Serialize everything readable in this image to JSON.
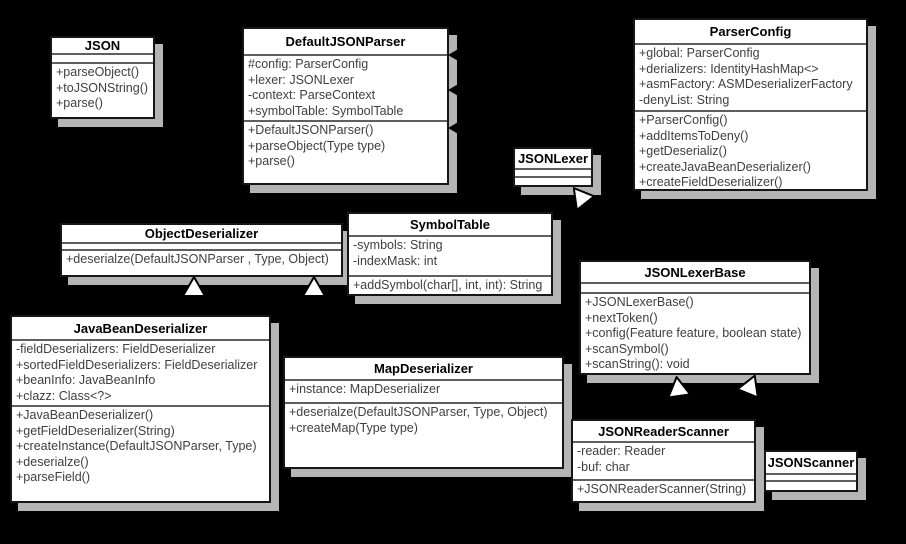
{
  "diagram_title": "fastjson parser UML class diagram",
  "colors": {
    "background": "#000000",
    "box_fill": "#ffffff",
    "box_border": "#161616",
    "separator": "#5f5f5f",
    "shadow": "#b5b5b5",
    "body_text": "#3f3f3f",
    "title_text": "#000000"
  },
  "icons": {
    "association_arrowhead": "solid-left-triangle",
    "inheritance_arrowhead": "hollow-up-triangle"
  },
  "classes": {
    "json": {
      "name": "JSON",
      "attributes": [],
      "methods": [
        "+parseObject()",
        "+toJSONString()",
        "+parse()"
      ]
    },
    "default_json_parser": {
      "name": "DefaultJSONParser",
      "attributes": [
        "#config: ParserConfig",
        "+lexer: JSONLexer",
        "-context: ParseContext",
        "+symbolTable: SymbolTable"
      ],
      "methods": [
        "+DefaultJSONParser()",
        "+parseObject(Type type)",
        "+parse()"
      ]
    },
    "parser_config": {
      "name": "ParserConfig",
      "attributes": [
        "+global: ParserConfig",
        "+derializers: IdentityHashMap<>",
        "+asmFactory: ASMDeserializerFactory",
        "-denyList: String"
      ],
      "methods": [
        "+ParserConfig()",
        "+addItemsToDeny()",
        "+getDeserializ()",
        "+createJavaBeanDeserializer()",
        "+createFieldDeserializer()"
      ]
    },
    "json_lexer": {
      "name": "JSONLexer",
      "attributes": [],
      "methods": []
    },
    "object_deserializer": {
      "name": "ObjectDeserializer",
      "attributes": [],
      "methods": [
        "+deserialze(DefaultJSONParser , Type, Object)"
      ]
    },
    "symbol_table": {
      "name": "SymbolTable",
      "attributes": [
        "-symbols: String",
        "-indexMask: int"
      ],
      "methods": [
        "+addSymbol(char[], int, int): String"
      ]
    },
    "json_lexer_base": {
      "name": "JSONLexerBase",
      "attributes": [],
      "methods": [
        "+JSONLexerBase()",
        "+nextToken()",
        "+config(Feature feature, boolean state)",
        "+scanSymbol()",
        "+scanString(): void"
      ]
    },
    "java_bean_deserializer": {
      "name": "JavaBeanDeserializer",
      "attributes": [
        "-fieldDeserializers: FieldDeserializer",
        "+sortedFieldDeserializers: FieldDeserializer",
        "+beanInfo: JavaBeanInfo",
        "+clazz: Class<?>"
      ],
      "methods": [
        "+JavaBeanDeserializer()",
        "+getFieldDeserializer(String)",
        "+createInstance(DefaultJSONParser, Type)",
        "+deserialze()",
        "+parseField()"
      ]
    },
    "map_deserializer": {
      "name": "MapDeserializer",
      "attributes": [
        "+instance: MapDeserializer"
      ],
      "methods": [
        "+deserialze(DefaultJSONParser, Type, Object)",
        "+createMap(Type type)"
      ]
    },
    "json_reader_scanner": {
      "name": "JSONReaderScanner",
      "attributes": [
        "-reader: Reader",
        "-buf: char"
      ],
      "methods": [
        "+JSONReaderScanner(String)"
      ]
    },
    "json_scanner": {
      "name": "JSONScanner",
      "attributes": [],
      "methods": []
    }
  }
}
